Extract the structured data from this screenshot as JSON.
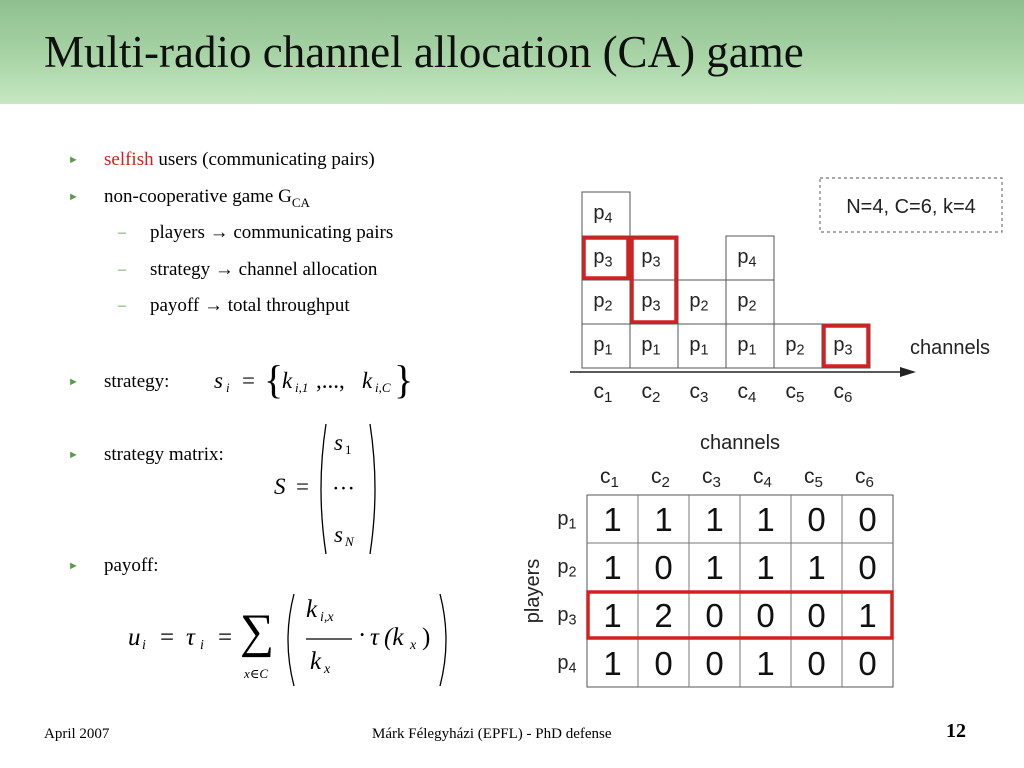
{
  "title": "Multi-radio channel allocation (CA) game",
  "bullets": {
    "b1_red": "selfish",
    "b1_rest": " users (communicating pairs)",
    "b2_text": "non-cooperative game G",
    "b2_sub": "CA",
    "sub1": "players → communicating pairs",
    "sub2": "strategy → channel allocation",
    "sub3": "payoff → total throughput",
    "b3": "strategy:",
    "b4": "strategy matrix:",
    "b5": "payoff:"
  },
  "formulas": {
    "strategy": {
      "lhs": "s",
      "lhs_sub": "i",
      "eq": "=",
      "k": "k",
      "k1_sub": "i,1",
      "dots": ",...,",
      "kC_sub": "i,C"
    },
    "matrix": {
      "lhs": "S",
      "eq": "=",
      "row1": "s",
      "row1_sub": "1",
      "row2": "···",
      "row3": "s",
      "row3_sub": "N"
    },
    "payoff": {
      "u": "u",
      "u_sub": "i",
      "eq": "=",
      "tau": "τ",
      "tau_sub": "i",
      "sum": "∑",
      "sum_sub": "x∈C",
      "num": "k",
      "num_sub": "i,x",
      "den": "k",
      "den_sub": "x",
      "dot": "·",
      "tau2": "τ",
      "arg": "(k",
      "arg_sub": "x",
      "close": ")"
    }
  },
  "diagram_top": {
    "info": "N=4, C=6, k=4",
    "axis_label": "channels",
    "channels": [
      "c1",
      "c2",
      "c3",
      "c4",
      "c5",
      "c6"
    ],
    "stacks": [
      [
        "p1",
        "p2",
        "p3",
        "p4"
      ],
      [
        "p1",
        "p3",
        "p3"
      ],
      [
        "p1",
        "p2"
      ],
      [
        "p1",
        "p2",
        "p4"
      ],
      [
        "p2"
      ],
      [
        "p3"
      ]
    ],
    "highlight_color": "#d42020"
  },
  "diagram_matrix": {
    "col_header": "channels",
    "row_header": "players",
    "channels": [
      "c1",
      "c2",
      "c3",
      "c4",
      "c5",
      "c6"
    ],
    "players": [
      "p1",
      "p2",
      "p3",
      "p4"
    ],
    "rows": [
      [
        1,
        1,
        1,
        1,
        0,
        0
      ],
      [
        1,
        0,
        1,
        1,
        1,
        0
      ],
      [
        1,
        2,
        0,
        0,
        0,
        1
      ],
      [
        1,
        0,
        0,
        1,
        0,
        0
      ]
    ],
    "highlight_row": "p3"
  },
  "footer": {
    "date": "April 2007",
    "center": "Márk Félegyházi (EPFL) - PhD defense",
    "page": "12"
  },
  "colors": {
    "title_band": "#a8d4a6",
    "accent_red": "#d02020",
    "bullet_green": "#5a9a4a"
  }
}
